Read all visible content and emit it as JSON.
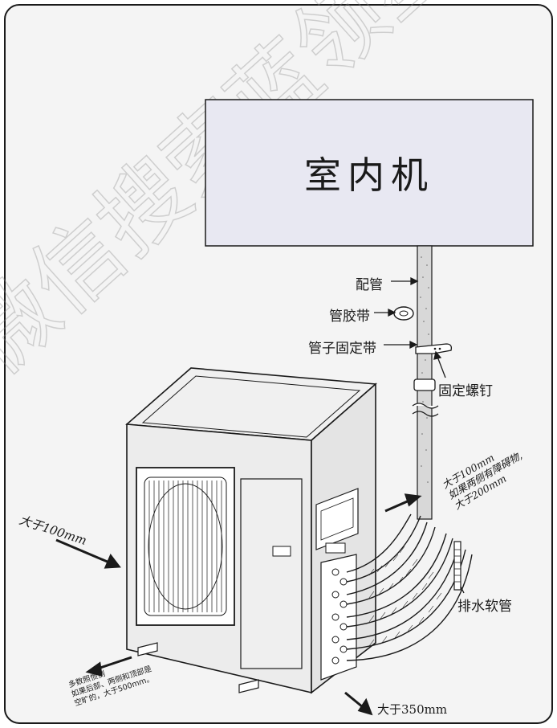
{
  "indoor_unit": {
    "label": "室内机"
  },
  "labels": {
    "pipe": "配管",
    "tape": "管胶带",
    "clamp": "管子固定带",
    "screw": "固定螺钉",
    "drain": "排水软管",
    "left_clearance": "大于100mm",
    "back_clearance": "大于100mm\n如果两侧有障碍物,\n大于200mm",
    "front_clearance": "大于350mm",
    "note": "多数照惯例\n如果后部、两侧和顶部是\n空旷的，大于500mm。"
  },
  "watermark": {
    "text": "微信搜索蓝领星"
  },
  "colors": {
    "line": "#1a1a1a",
    "panel": "#e6e6f0",
    "page_bg": "#f2f2f2",
    "watermark": "#d9d9d9"
  }
}
